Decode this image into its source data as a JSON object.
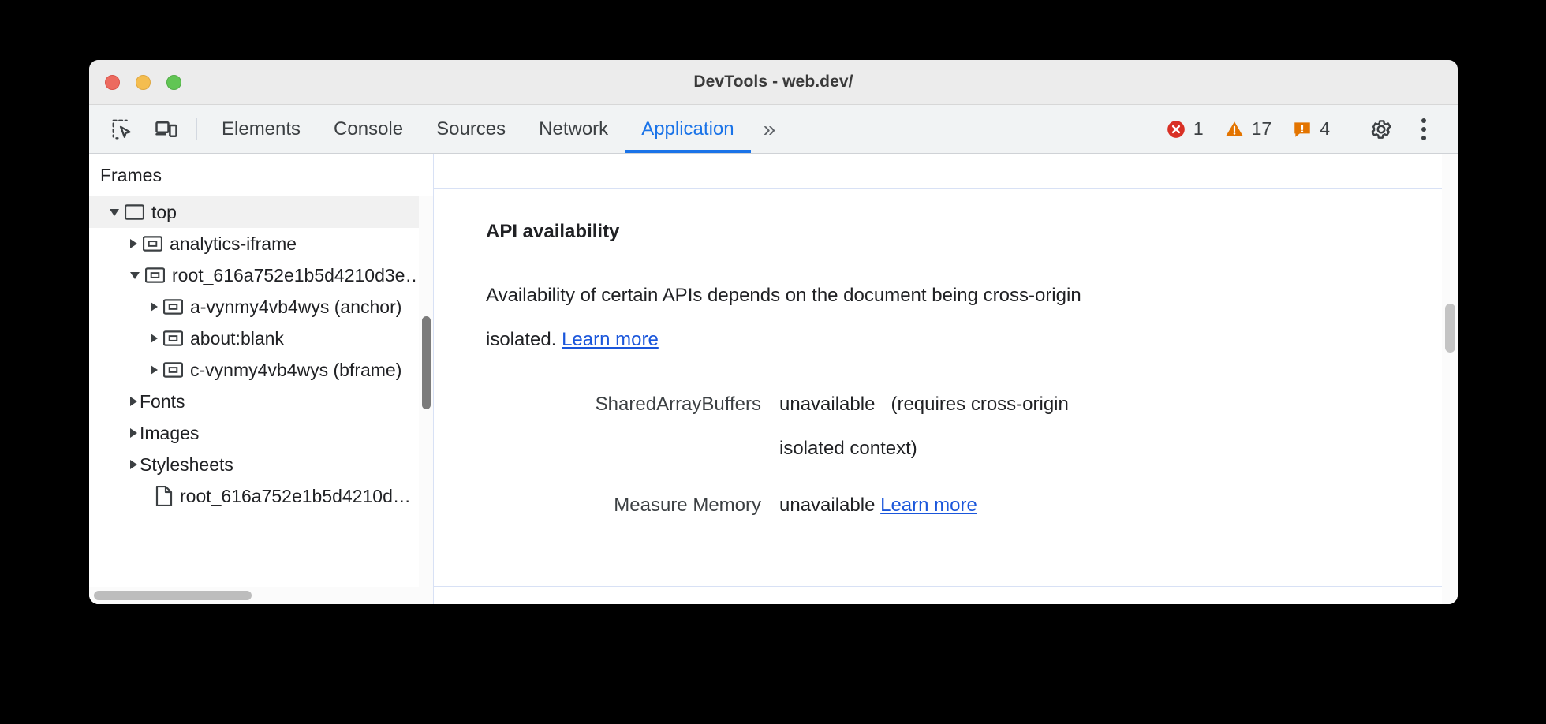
{
  "window": {
    "title": "DevTools - web.dev/",
    "traffic_lights": [
      "close",
      "minimize",
      "zoom"
    ]
  },
  "toolbar": {
    "inspect_icon": "inspect-element-icon",
    "device_icon": "device-toolbar-icon",
    "tabs": [
      {
        "label": "Elements",
        "active": false
      },
      {
        "label": "Console",
        "active": false
      },
      {
        "label": "Sources",
        "active": false
      },
      {
        "label": "Network",
        "active": false
      },
      {
        "label": "Application",
        "active": true
      }
    ],
    "overflow_label": "»",
    "counters": [
      {
        "name": "errors",
        "icon": "error-icon",
        "count": "1",
        "color": "#d93025"
      },
      {
        "name": "warnings",
        "icon": "warning-icon",
        "count": "17",
        "color": "#e37400"
      },
      {
        "name": "issues",
        "icon": "issue-icon",
        "count": "4",
        "color": "#e37400"
      }
    ],
    "settings_icon": "gear-icon",
    "more_icon": "kebab-menu-icon"
  },
  "sidebar": {
    "header": "Frames",
    "tree": [
      {
        "label": "top",
        "depth": 0,
        "state": "open",
        "icon": "frame-icon",
        "selected": true
      },
      {
        "label": "analytics-iframe",
        "depth": 1,
        "state": "closed",
        "icon": "iframe-icon",
        "selected": false
      },
      {
        "label": "root_616a752e1b5d4210d3e…",
        "depth": 1,
        "state": "open",
        "icon": "iframe-icon",
        "selected": false
      },
      {
        "label": "a-vynmy4vb4wys (anchor)",
        "depth": 2,
        "state": "closed",
        "icon": "iframe-icon",
        "selected": false
      },
      {
        "label": "about:blank",
        "depth": 2,
        "state": "closed",
        "icon": "iframe-icon",
        "selected": false
      },
      {
        "label": "c-vynmy4vb4wys (bframe)",
        "depth": 2,
        "state": "closed",
        "icon": "iframe-icon",
        "selected": false
      },
      {
        "label": "Fonts",
        "depth": 1,
        "state": "closed",
        "icon": "none",
        "selected": false
      },
      {
        "label": "Images",
        "depth": 1,
        "state": "closed",
        "icon": "none",
        "selected": false
      },
      {
        "label": "Stylesheets",
        "depth": 1,
        "state": "closed",
        "icon": "none",
        "selected": false
      },
      {
        "label": "root_616a752e1b5d4210d…",
        "depth": 2,
        "state": "none",
        "icon": "document-icon",
        "selected": false
      }
    ]
  },
  "main": {
    "section_title": "API availability",
    "paragraph_text": "Availability of certain APIs depends on the document being cross-origin isolated. ",
    "paragraph_link": "Learn more",
    "rows": [
      {
        "key": "SharedArrayBuffers",
        "value": "unavailable",
        "note": "(requires cross-origin isolated context)",
        "link": ""
      },
      {
        "key": "Measure Memory",
        "value": "unavailable",
        "note": "",
        "link": "Learn more"
      }
    ]
  },
  "colors": {
    "accent": "#1a73e8",
    "link": "#1a56db",
    "error": "#d93025",
    "warning": "#e37400",
    "toolbar_bg": "#f1f3f4",
    "titlebar_bg": "#ececec",
    "divider": "#d8e1f5"
  }
}
